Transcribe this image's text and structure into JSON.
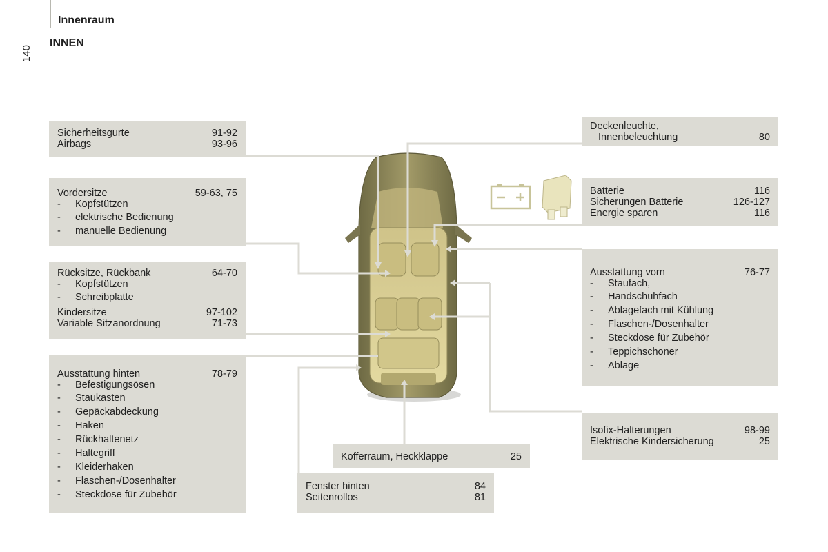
{
  "page": {
    "number": "140",
    "section": "Innenraum",
    "heading": "INNEN"
  },
  "boxes": {
    "seatbelts": {
      "rows": [
        {
          "label": "Sicherheitsgurte",
          "num": "91-92"
        },
        {
          "label": "Airbags",
          "num": "93-96"
        }
      ]
    },
    "front_seats": {
      "label": "Vordersitze",
      "num": "59-63, 75",
      "items": [
        "Kopfstützen",
        "elektrische Bedienung",
        "manuelle Bedienung"
      ]
    },
    "rear_seats": {
      "label": "Rücksitze, Rückbank",
      "num": "64-70",
      "items": [
        "Kopfstützen",
        "Schreibplatte"
      ],
      "rows": [
        {
          "label": "Kindersitze",
          "num": "97-102"
        },
        {
          "label": "Variable Sitzanordnung",
          "num": "71-73"
        }
      ]
    },
    "rear_equipment": {
      "label": "Ausstattung hinten",
      "num": "78-79",
      "items": [
        "Befestigungsösen",
        "Staukasten",
        "Gepäckabdeckung",
        "Haken",
        "Rückhaltenetz",
        "Haltegriff",
        "Kleiderhaken",
        "Flaschen-/Dosenhalter",
        "Steckdose für Zubehör"
      ]
    },
    "ceiling_light": {
      "line1": "Deckenleuchte,",
      "line2": "Innenbeleuchtung",
      "num": "80"
    },
    "battery": {
      "rows": [
        {
          "label": "Batterie",
          "num": "116"
        },
        {
          "label": "Sicherungen Batterie",
          "num": "126-127"
        },
        {
          "label": "Energie sparen",
          "num": "116"
        }
      ]
    },
    "front_equipment": {
      "label": "Ausstattung vorn",
      "num": "76-77",
      "items": [
        "Staufach,",
        "Handschuhfach",
        "Ablagefach mit Kühlung",
        "Flaschen-/Dosenhalter",
        "Steckdose für Zubehör",
        "Teppichschoner",
        "Ablage"
      ]
    },
    "isofix": {
      "rows": [
        {
          "label": "Isofix-Halterungen",
          "num": "98-99"
        },
        {
          "label": "Elektrische Kindersicherung",
          "num": "25"
        }
      ]
    },
    "trunk": {
      "rows": [
        {
          "label": "Kofferraum, Heckklappe",
          "num": "25"
        }
      ]
    },
    "rear_windows": {
      "rows": [
        {
          "label": "Fenster hinten",
          "num": "84"
        },
        {
          "label": "Seitenrollos",
          "num": "81"
        }
      ]
    }
  },
  "colors": {
    "box_bg": "#dcdbd4",
    "leader_line": "#dcdbd4",
    "car_body": "#8a8458",
    "car_interior": "#d9cf8e"
  }
}
